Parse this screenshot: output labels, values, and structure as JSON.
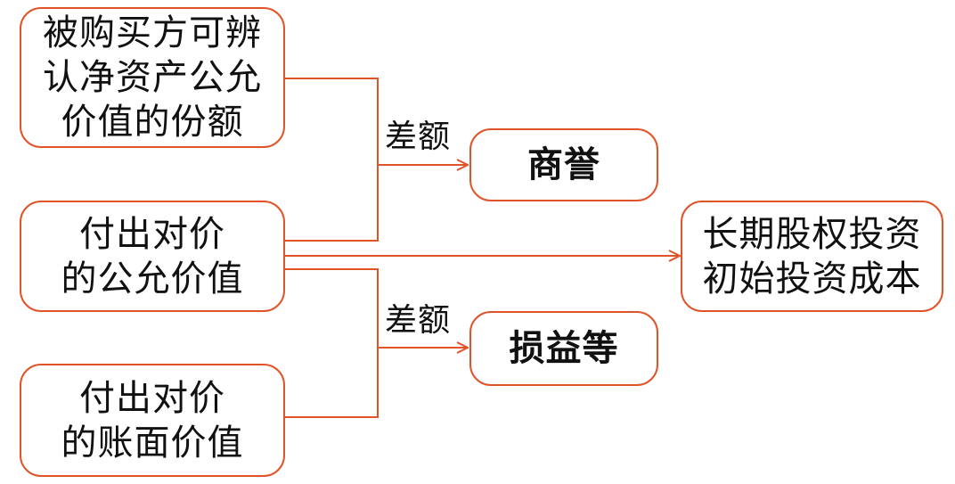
{
  "colors": {
    "accent": "#e0542a",
    "text": "#111111"
  },
  "boxes": {
    "acquiree_fair_value": {
      "lines": [
        "被购买方可辨",
        "认净资产公允",
        "价值的份额"
      ]
    },
    "consideration_fair_value": {
      "lines": [
        "付出对价",
        "的公允价值"
      ]
    },
    "consideration_book_value": {
      "lines": [
        "付出对价",
        "的账面价值"
      ]
    },
    "goodwill": {
      "lines": [
        "商誉"
      ]
    },
    "gains_losses": {
      "lines": [
        "损益等"
      ]
    },
    "initial_cost": {
      "lines": [
        "长期股权投资",
        "初始投资成本"
      ]
    }
  },
  "labels": {
    "difference_top": "差额",
    "difference_bottom": "差额"
  }
}
